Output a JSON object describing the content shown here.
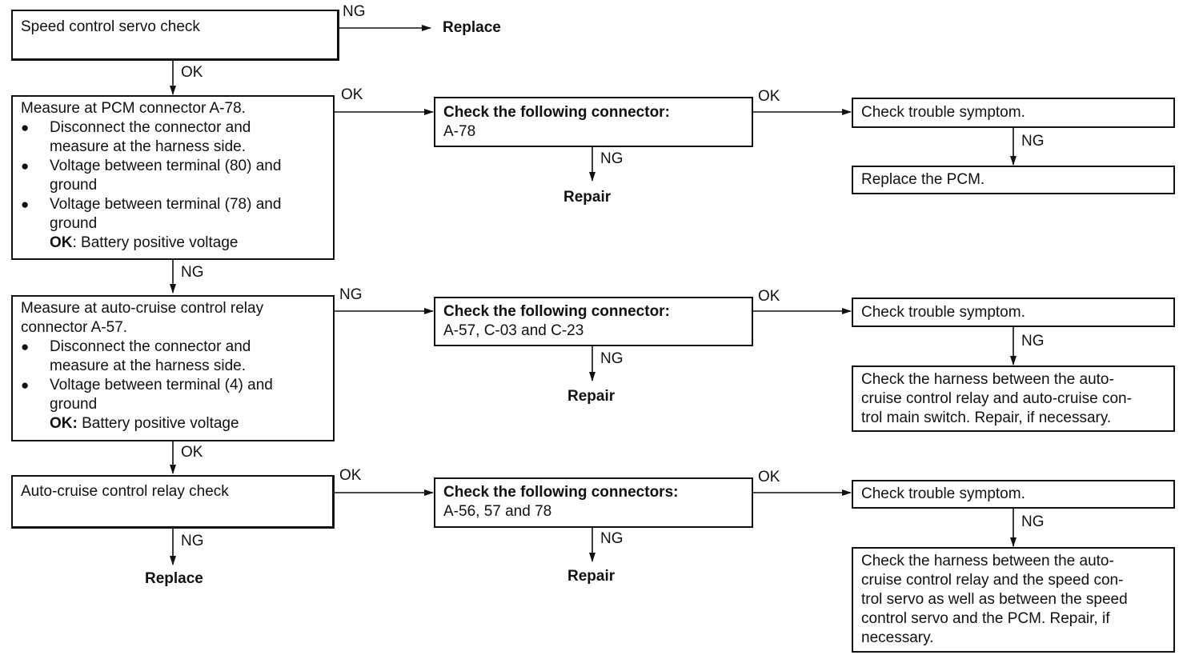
{
  "labels": {
    "ok": "OK",
    "ng": "NG"
  },
  "outcomes": {
    "replace": "Replace",
    "repair": "Repair"
  },
  "servo_box": {
    "text": "Speed control servo check"
  },
  "pcm_box": {
    "line1": "Measure at PCM connector A-78.",
    "bullet1": [
      "Disconnect the connector and",
      "measure at the harness side."
    ],
    "bullet2": [
      "Voltage between terminal (80) and",
      "ground"
    ],
    "bullet3": [
      "Voltage between terminal (78) and",
      "ground"
    ],
    "ok_label": "OK",
    "ok_text": ": Battery positive voltage"
  },
  "relay_box": {
    "line1": "Measure at auto-cruise control relay",
    "line2": "connector A-57.",
    "bullet1": [
      "Disconnect the connector and",
      "measure at the harness side."
    ],
    "bullet2": [
      "Voltage between terminal (4) and",
      "ground"
    ],
    "ok_label": "OK:",
    "ok_text": " Battery positive voltage"
  },
  "relay_check_box": {
    "text": "Auto-cruise control relay check"
  },
  "connector_boxes": [
    {
      "title": "Check the following connector:",
      "value": "A-78"
    },
    {
      "title": "Check the following connector:",
      "value": "A-57, C-03 and C-23"
    },
    {
      "title": "Check the following connectors:",
      "value": "A-56, 57 and 78"
    }
  ],
  "symptom_boxes": [
    {
      "text": "Check trouble symptom."
    },
    {
      "text": "Check trouble symptom."
    },
    {
      "text": "Check trouble symptom."
    }
  ],
  "result_boxes": {
    "replace_pcm": "Replace the PCM.",
    "harness_main_switch": [
      "Check the harness between the auto-",
      "cruise control relay and auto-cruise con-",
      "trol main switch. Repair, if necessary."
    ],
    "harness_servo_pcm": [
      "Check the harness between the auto-",
      "cruise control relay and the speed con-",
      "trol servo as well as between the speed",
      "control servo and the PCM. Repair, if",
      "necessary."
    ]
  }
}
